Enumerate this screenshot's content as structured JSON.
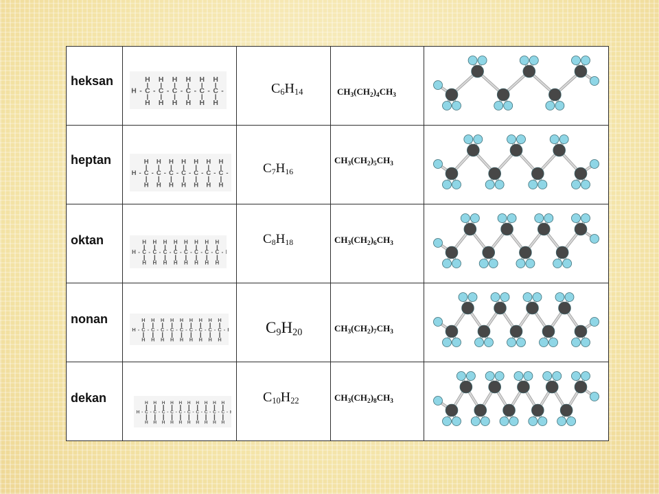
{
  "table": {
    "rows": [
      {
        "name": "heksan",
        "n": 6,
        "f": {
          "c": "C",
          "cn": "6",
          "h": "H",
          "hn": "14"
        },
        "cond": {
          "a": "CH",
          "a_sub": "3",
          "b": "(CH",
          "b_sub": "2",
          "c": ")",
          "c_sub": "4",
          "d": "CH",
          "d_sub": "3"
        }
      },
      {
        "name": "heptan",
        "n": 7,
        "f": {
          "c": "C",
          "cn": "7",
          "h": "H",
          "hn": "16"
        },
        "cond": {
          "a": "CH",
          "a_sub": "3",
          "b": "(CH",
          "b_sub": "2",
          "c": ")",
          "c_sub": "5",
          "d": "CH",
          "d_sub": "3"
        }
      },
      {
        "name": "oktan",
        "n": 8,
        "f": {
          "c": "C",
          "cn": "8",
          "h": "H",
          "hn": "18"
        },
        "cond": {
          "a": "CH",
          "a_sub": "3",
          "b": "(CH",
          "b_sub": "2",
          "c": ")",
          "c_sub": "6",
          "d": "CH",
          "d_sub": "3"
        }
      },
      {
        "name": "nonan",
        "n": 9,
        "f": {
          "c": "C",
          "cn": "9",
          "h": "H",
          "hn": "20"
        },
        "cond": {
          "a": "CH",
          "a_sub": "3",
          "b": "(CH",
          "b_sub": "2",
          "c": ")",
          "c_sub": "7",
          "d": "CH",
          "d_sub": "3"
        }
      },
      {
        "name": "dekan",
        "n": 10,
        "f": {
          "c": "C",
          "cn": "10",
          "h": "H",
          "hn": "22"
        },
        "cond": {
          "a": "CH",
          "a_sub": "3",
          "b": "(CH",
          "b_sub": "2",
          "c": ")",
          "c_sub": "8",
          "d": "CH",
          "d_sub": "3"
        }
      }
    ]
  },
  "atoms": {
    "carbon": "C",
    "hydrogen": "H"
  },
  "colors": {
    "carbon": "#474747",
    "hydrogen": "#8fd6e6",
    "bond": "#d9d9d9",
    "struct_text": "#555555",
    "border": "#2e2e2e"
  }
}
